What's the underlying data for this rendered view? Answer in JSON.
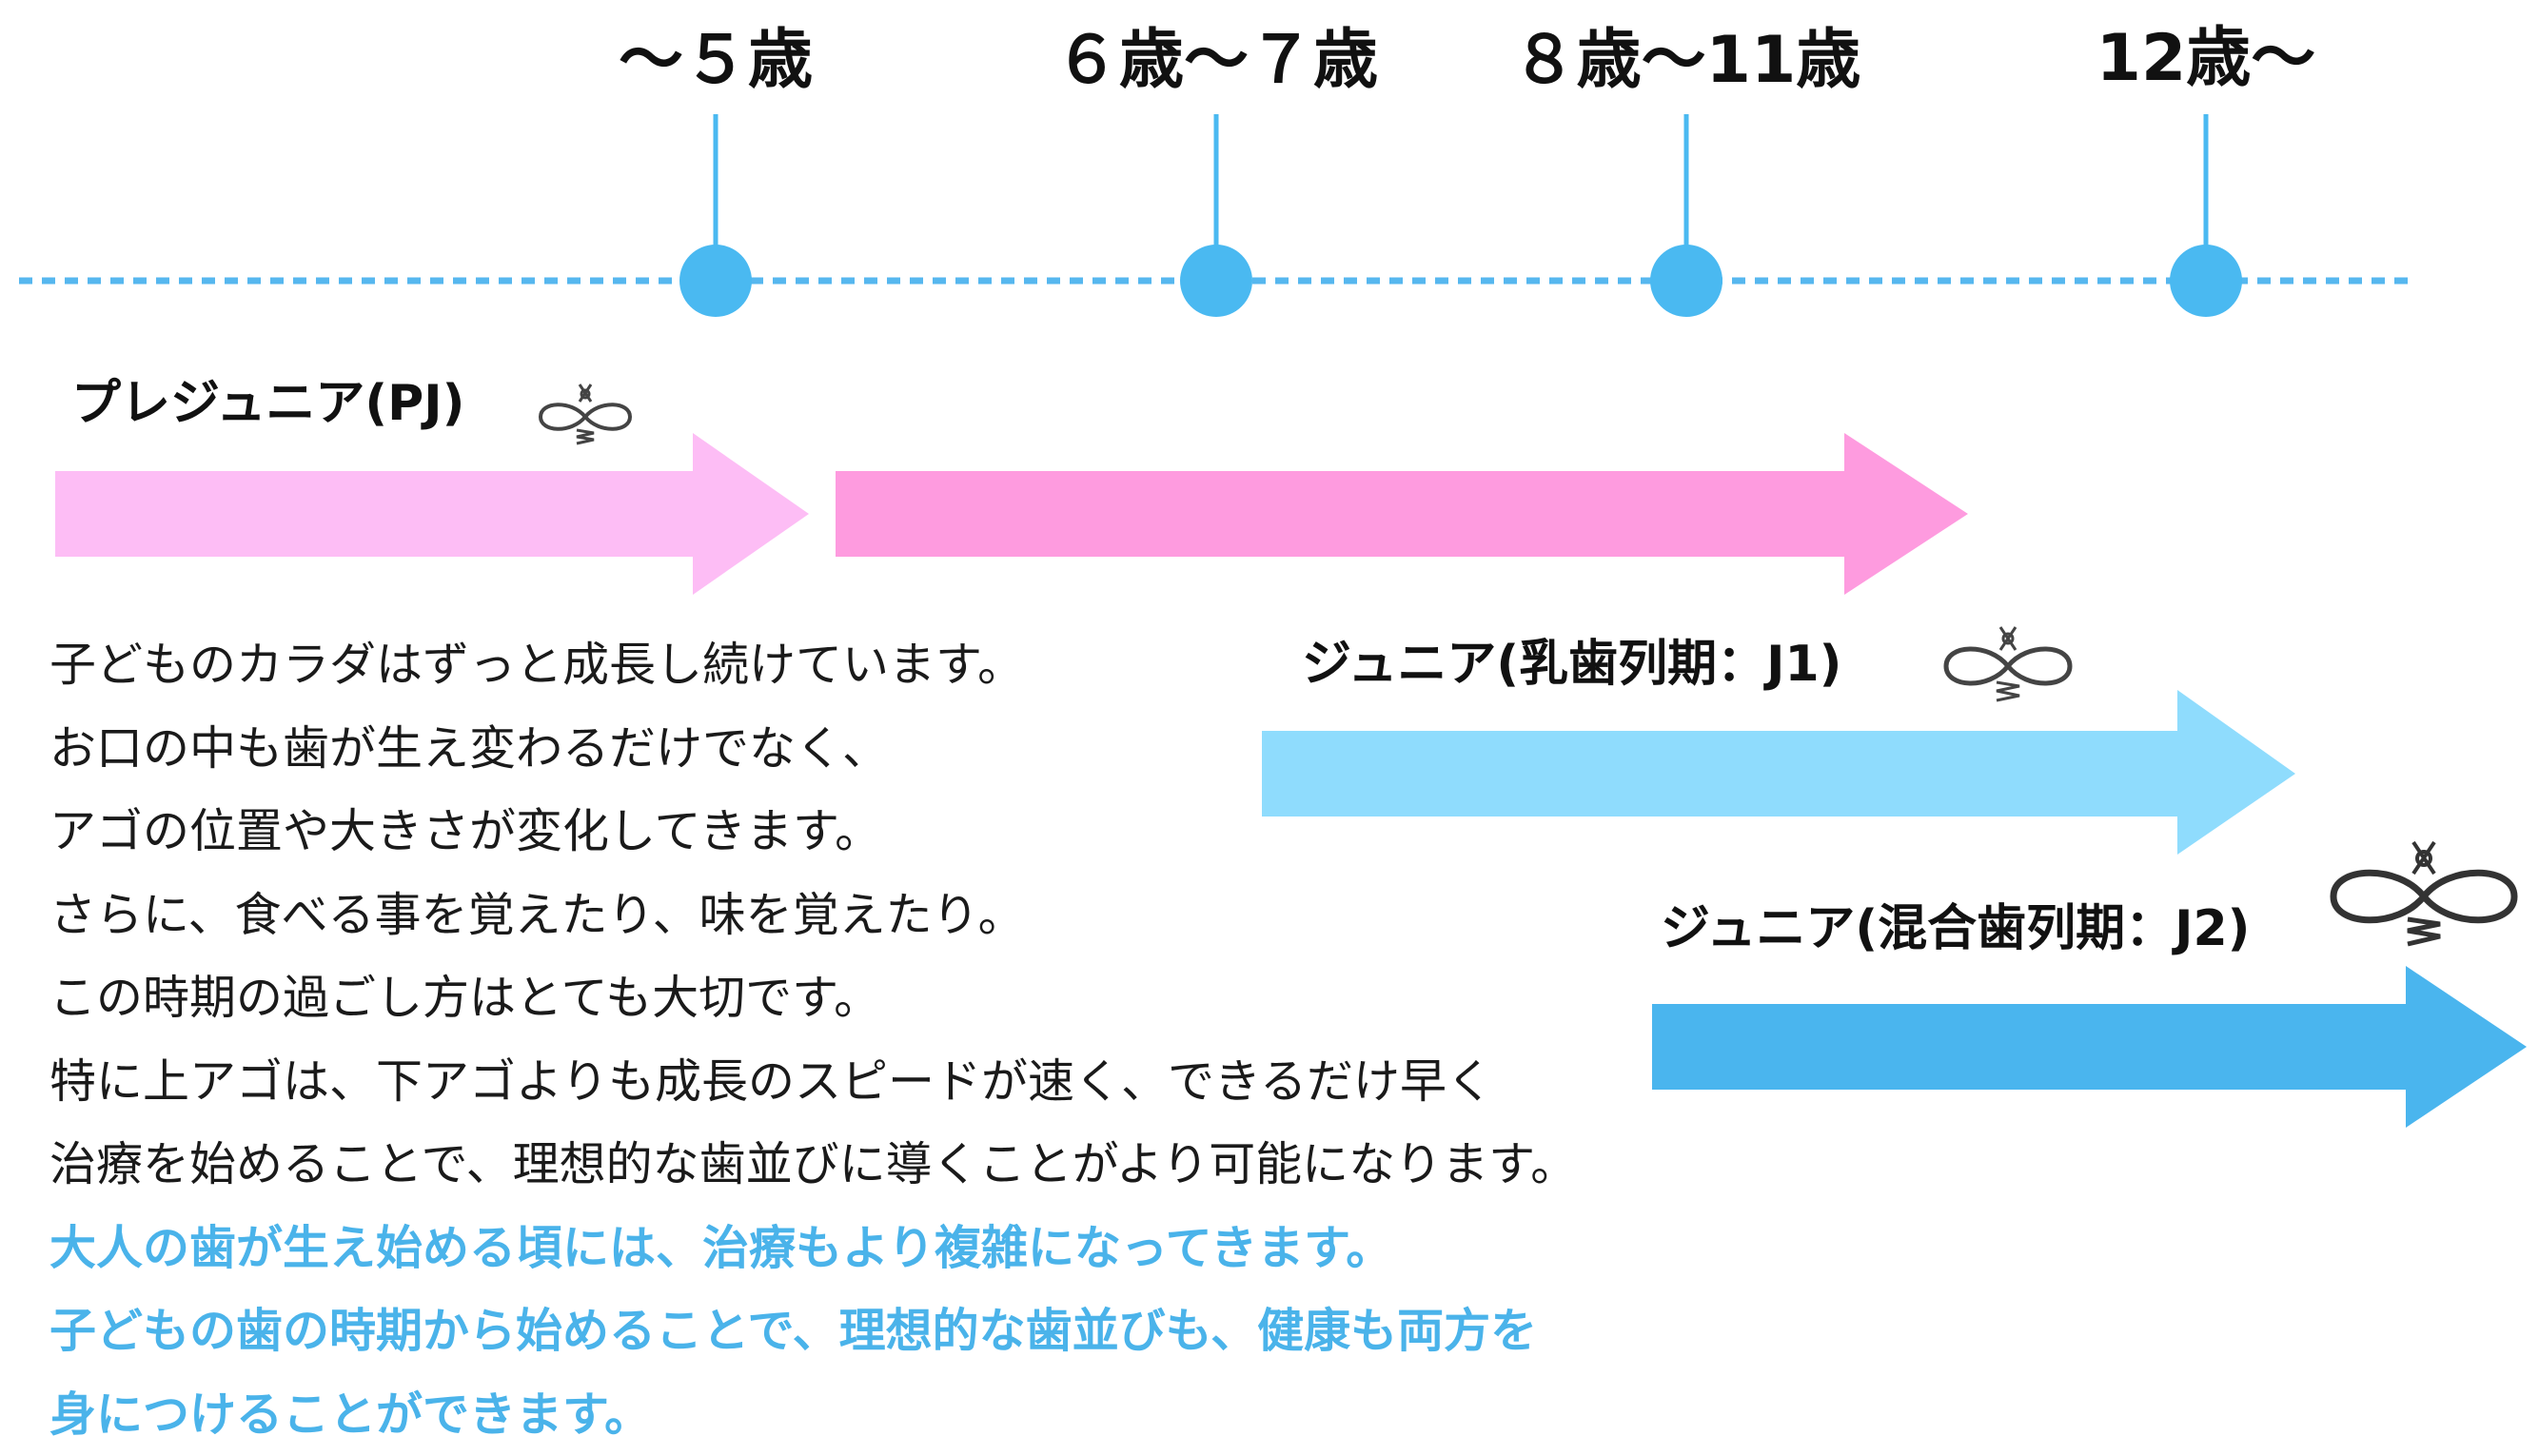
{
  "timeline": {
    "ages": [
      {
        "label": "〜５歳"
      },
      {
        "label": "６歳〜７歳"
      },
      {
        "label": "８歳〜11歳"
      },
      {
        "label": "12歳〜"
      }
    ],
    "dot_color": "#4ab9f1",
    "line_color": "#56b7ef"
  },
  "stages": [
    {
      "label": "プレジュニア(PJ)",
      "colors": [
        "#fdbdf5",
        "#fe9bdf"
      ]
    },
    {
      "label": "ジュニア(乳歯列期：J1)",
      "color": "#8fdcfd"
    },
    {
      "label": "ジュニア(混合歯列期：J2)",
      "color": "#4ab5ee"
    }
  ],
  "logo_icon": "infinity-ribbon-logo",
  "description": {
    "lines": [
      "子どものカラダはずっと成長し続けています。",
      "お口の中も歯が生え変わるだけでなく、",
      "アゴの位置や大きさが変化してきます。",
      "さらに、食べる事を覚えたり、味を覚えたり。",
      "この時期の過ごし方はとても大切です。",
      "特に上アゴは、下アゴよりも成長のスピードが速く、できるだけ早く",
      "治療を始めることで、理想的な歯並びに導くことがより可能になります。"
    ],
    "highlight_lines": [
      "大人の歯が生え始める頃には、治療もより複雑になってきます。",
      "子どもの歯の時期から始めることで、理想的な歯並びも、健康も両方を",
      "身につけることができます。"
    ],
    "highlight_color": "#4ab3ea"
  }
}
